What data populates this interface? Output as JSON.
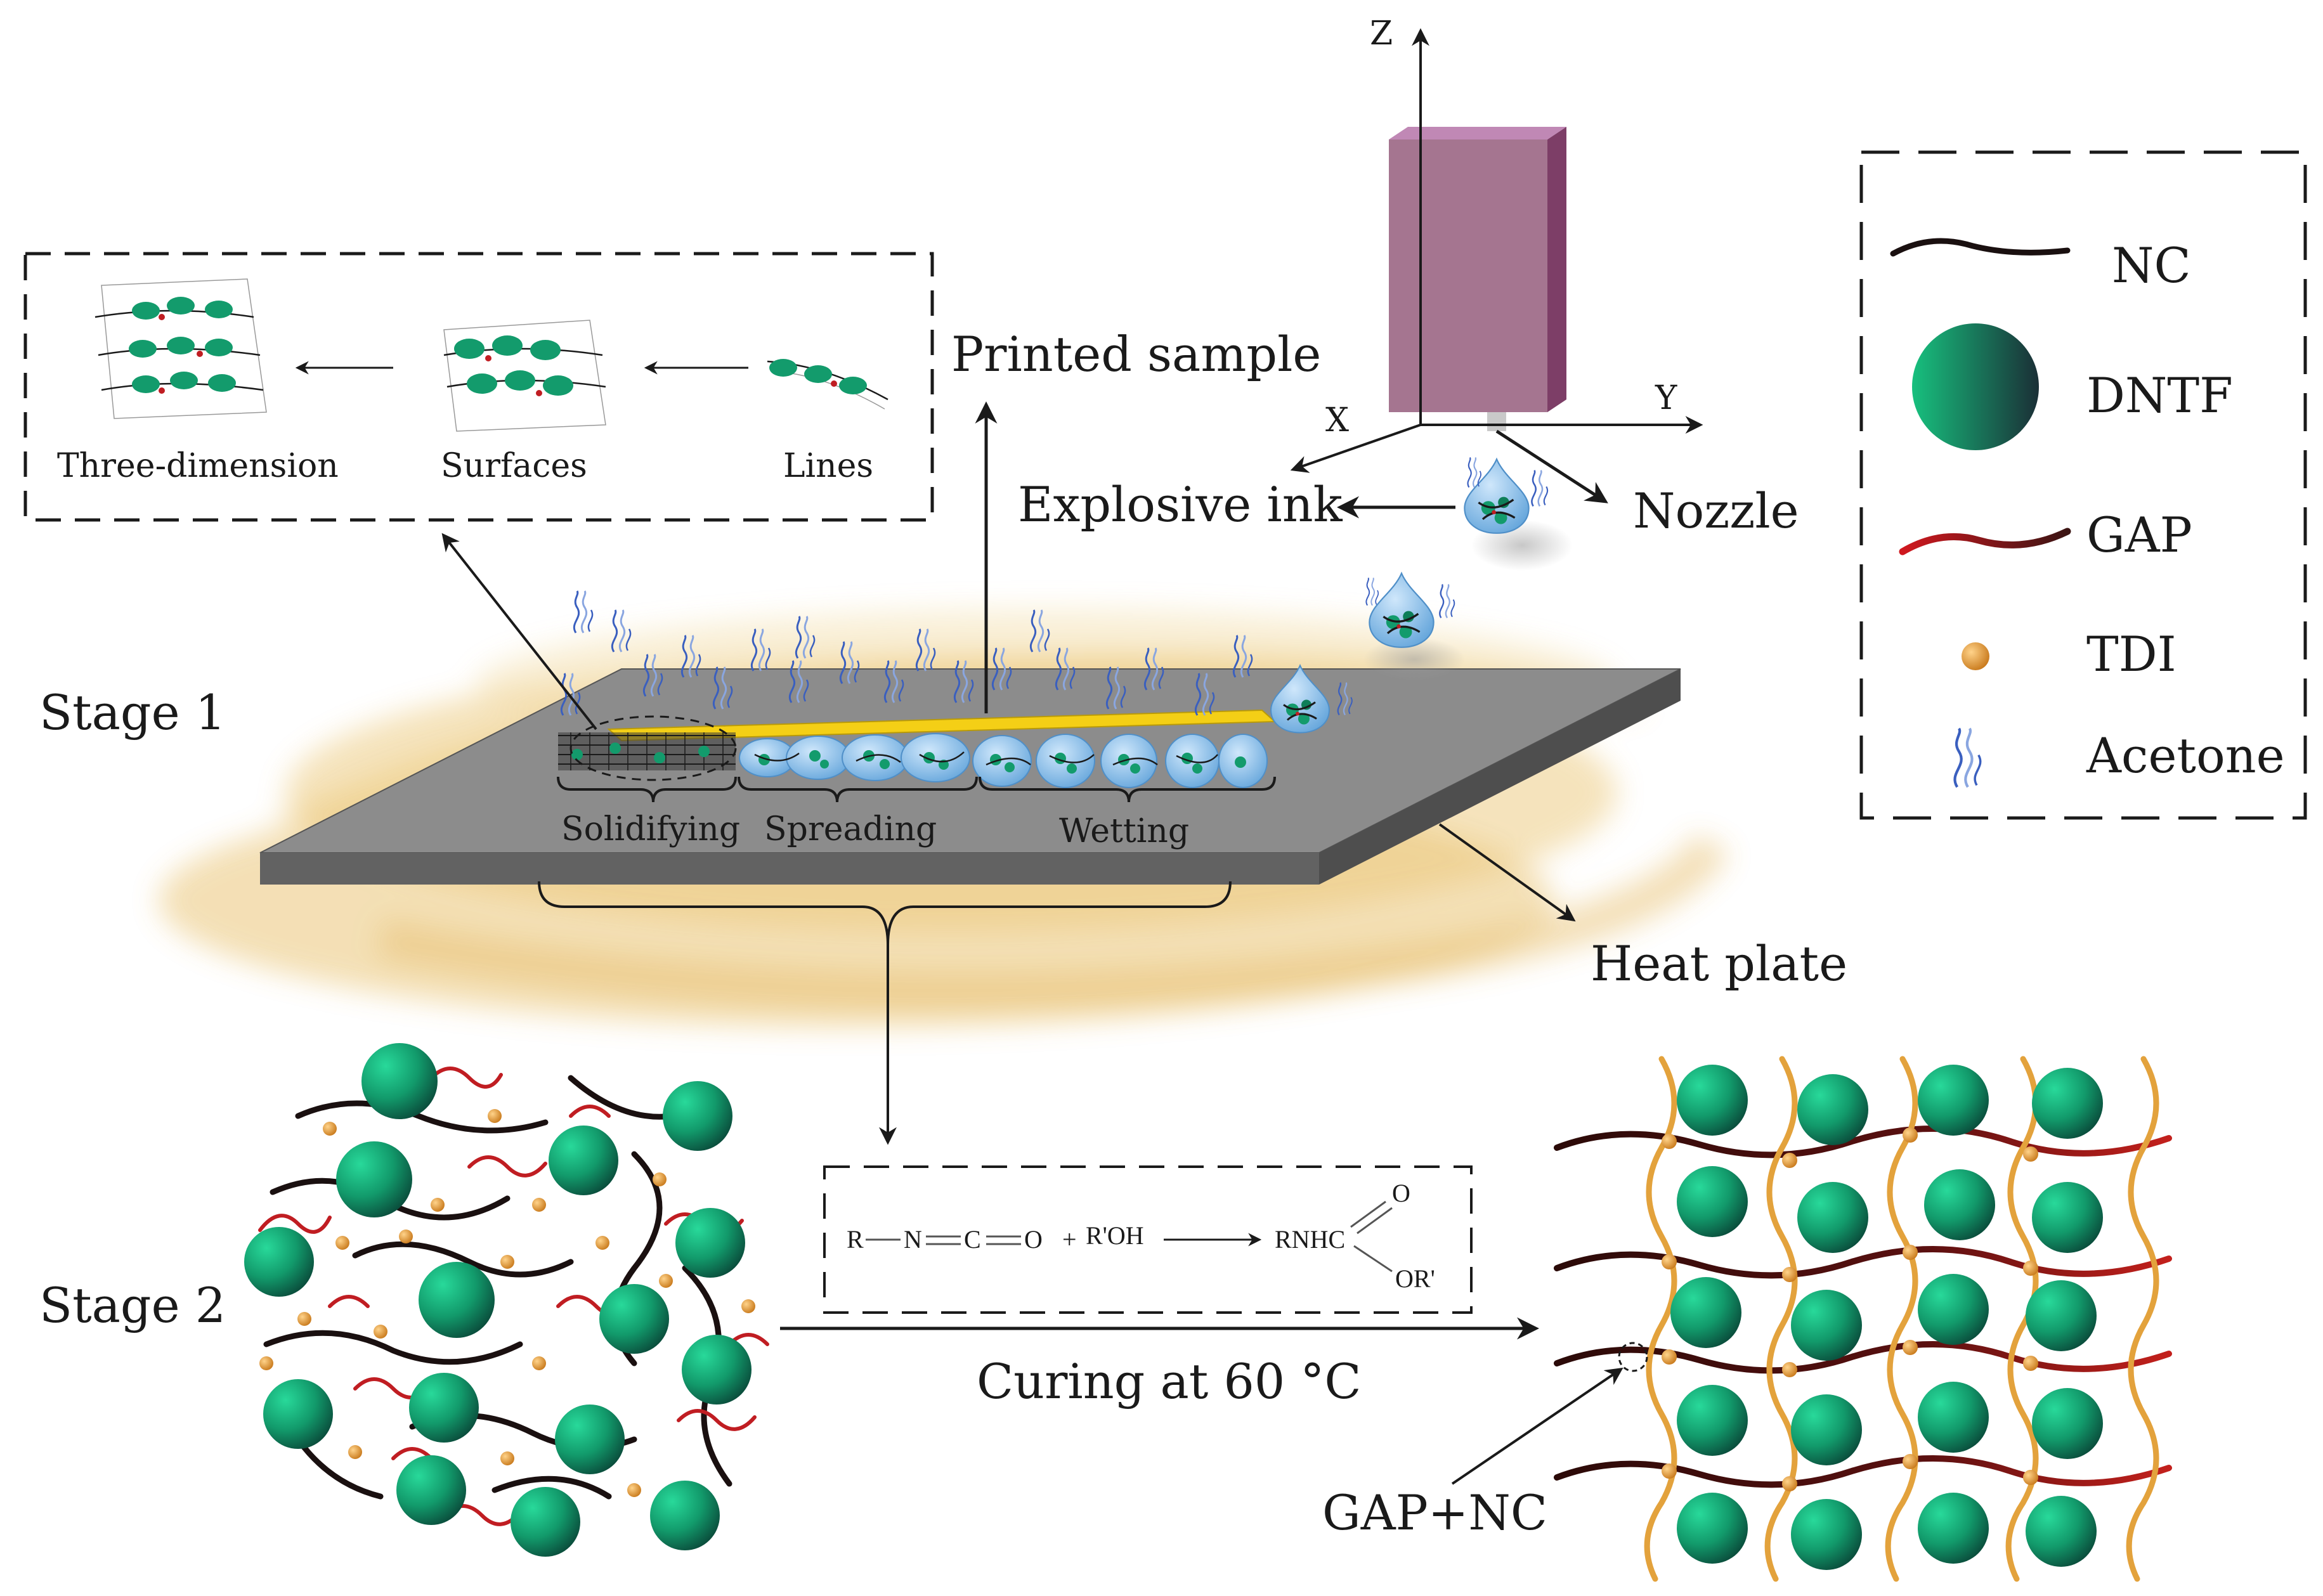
{
  "labels": {
    "printed_sample": "Printed sample",
    "explosive_ink": "Explosive ink",
    "nozzle": "Nozzle",
    "heat_plate": "Heat plate",
    "stage1": "Stage 1",
    "stage2": "Stage 2",
    "curing": "Curing at 60 °C",
    "gap_nc": "GAP+NC"
  },
  "axes": {
    "x": "X",
    "y": "Y",
    "z": "Z"
  },
  "printing_phases": {
    "solidifying": "Solidifying",
    "spreading": "Spreading",
    "wetting": "Wetting"
  },
  "dimension_progression": {
    "three_dimension": "Three-dimension",
    "surfaces": "Surfaces",
    "lines": "Lines"
  },
  "legend": [
    {
      "name": "NC",
      "icon": "nc-chain-icon",
      "color": "#1a1010"
    },
    {
      "name": "DNTF",
      "icon": "dntf-sphere-icon",
      "color": "#14a872"
    },
    {
      "name": "GAP",
      "icon": "gap-chain-icon",
      "color": "#c01d22"
    },
    {
      "name": "TDI",
      "icon": "tdi-dot-icon",
      "color": "#e29a3a"
    },
    {
      "name": "Acetone",
      "icon": "acetone-vapor-icon",
      "color": "#3a5fbf"
    }
  ],
  "reaction": {
    "r": "R",
    "n": "N",
    "c": "C",
    "o": "O",
    "plus": "+",
    "roh": "R'OH",
    "rnhc": "RNHC",
    "o_top": "O",
    "or_prime": "OR'"
  },
  "colors": {
    "nozzle_front": "#a57590",
    "nozzle_side": "#7d3e67",
    "nozzle_top": "#c088b5",
    "plate_top": "#8c8c8c",
    "plate_side": "#5e5e5e",
    "heat_glow": "#e9c26b",
    "droplet": "#7fb9e6",
    "stripe": "#f4cf16"
  }
}
